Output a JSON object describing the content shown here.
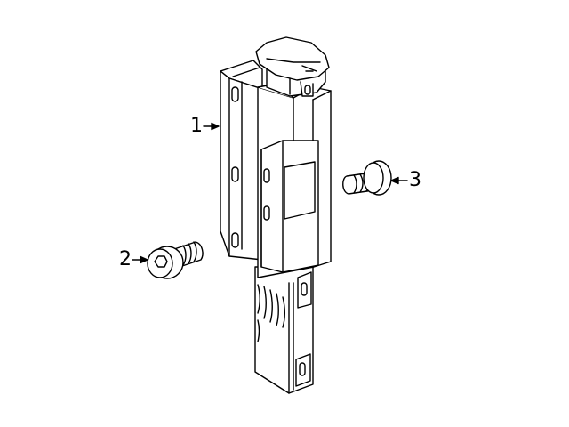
{
  "callouts": [
    {
      "number": "1",
      "part": "bracket"
    },
    {
      "number": "2",
      "part": "bolt"
    },
    {
      "number": "3",
      "part": "bolt"
    }
  ],
  "colors": {
    "line": "#000000",
    "fill": "#ffffff"
  }
}
